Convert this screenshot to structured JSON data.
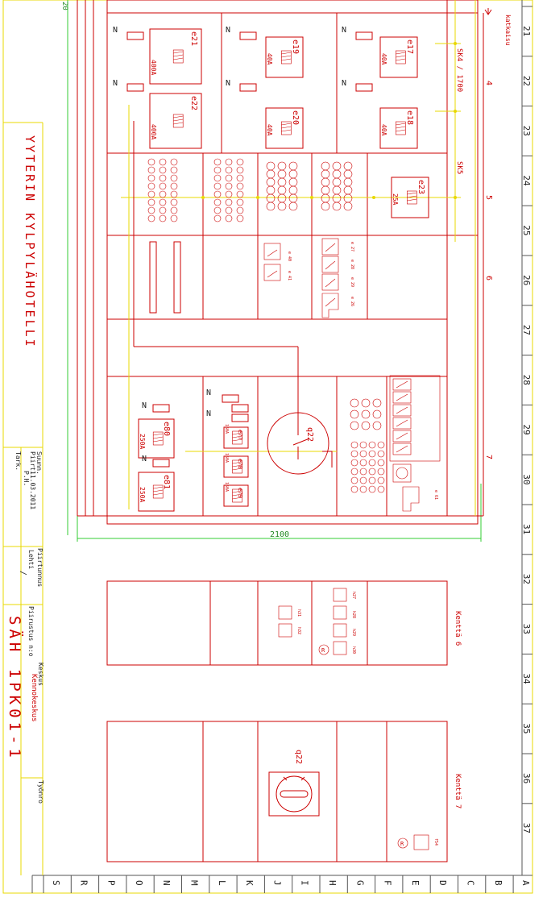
{
  "project": {
    "name": "YYTERIN KYLPYLÄHOTELLI",
    "drawing_number": "SÄH 1PK01-1",
    "designed_label": "Suunn.",
    "drawn_label": "Piirt.",
    "date_value": "11.03.2011",
    "drawn_value": "P.H.",
    "checked_label": "Tark.",
    "drawing_id_label": "Piirtunnus",
    "sheet_label": "Lehti",
    "sheet_value": "/",
    "drawing_no_label": "Piirustus n:o",
    "keskus_label": "Keskus",
    "keskus_value": "Kennokeskus",
    "work_no_label": "Työnro"
  },
  "row_numbers": [
    "21",
    "22",
    "23",
    "24",
    "25",
    "26",
    "27",
    "28",
    "29",
    "30",
    "31",
    "32",
    "33",
    "34",
    "35",
    "36",
    "37"
  ],
  "column_letters": [
    "S",
    "R",
    "P",
    "O",
    "N",
    "M",
    "L",
    "K",
    "J",
    "I",
    "H",
    "G",
    "F",
    "E",
    "D",
    "C",
    "B",
    "A"
  ],
  "fuses": [
    {
      "id": "e21",
      "rating": "400A"
    },
    {
      "id": "e22",
      "rating": "400A"
    },
    {
      "id": "e19",
      "rating": "40A"
    },
    {
      "id": "e20",
      "rating": "40A"
    },
    {
      "id": "e17",
      "rating": "40A"
    },
    {
      "id": "e18",
      "rating": "40A"
    },
    {
      "id": "e23",
      "rating": "25A"
    },
    {
      "id": "e80",
      "rating": "250A"
    },
    {
      "id": "e81",
      "rating": "250A"
    },
    {
      "id": "e77",
      "rating": "160A"
    },
    {
      "id": "e78",
      "rating": "160A"
    },
    {
      "id": "e79",
      "rating": "160A"
    }
  ],
  "neutral_label": "N",
  "busbar_labels": {
    "katkaisu": "katkaisu",
    "sk4": "SK4 / 1700",
    "sk5": "SK5",
    "n4": "4",
    "n5": "5",
    "n6": "6",
    "n7": "7"
  },
  "main_switch": "q22",
  "dimension": "2100",
  "dimension_side": "20",
  "kentta6_label": "Kenttä 6",
  "kentta7_label": "Kenttä 7",
  "kentta7_switch": "q22",
  "kentta6_items": [
    "h27",
    "h28",
    "h29",
    "h30",
    "h31",
    "h32"
  ],
  "small_labels": {
    "e40": "e 40",
    "e41": "e 41",
    "e27": "e 27",
    "e28": "e 28",
    "e29": "e 29",
    "e26": "e 26",
    "e61": "e 61",
    "f54": "f54",
    "r_mark": "R"
  }
}
